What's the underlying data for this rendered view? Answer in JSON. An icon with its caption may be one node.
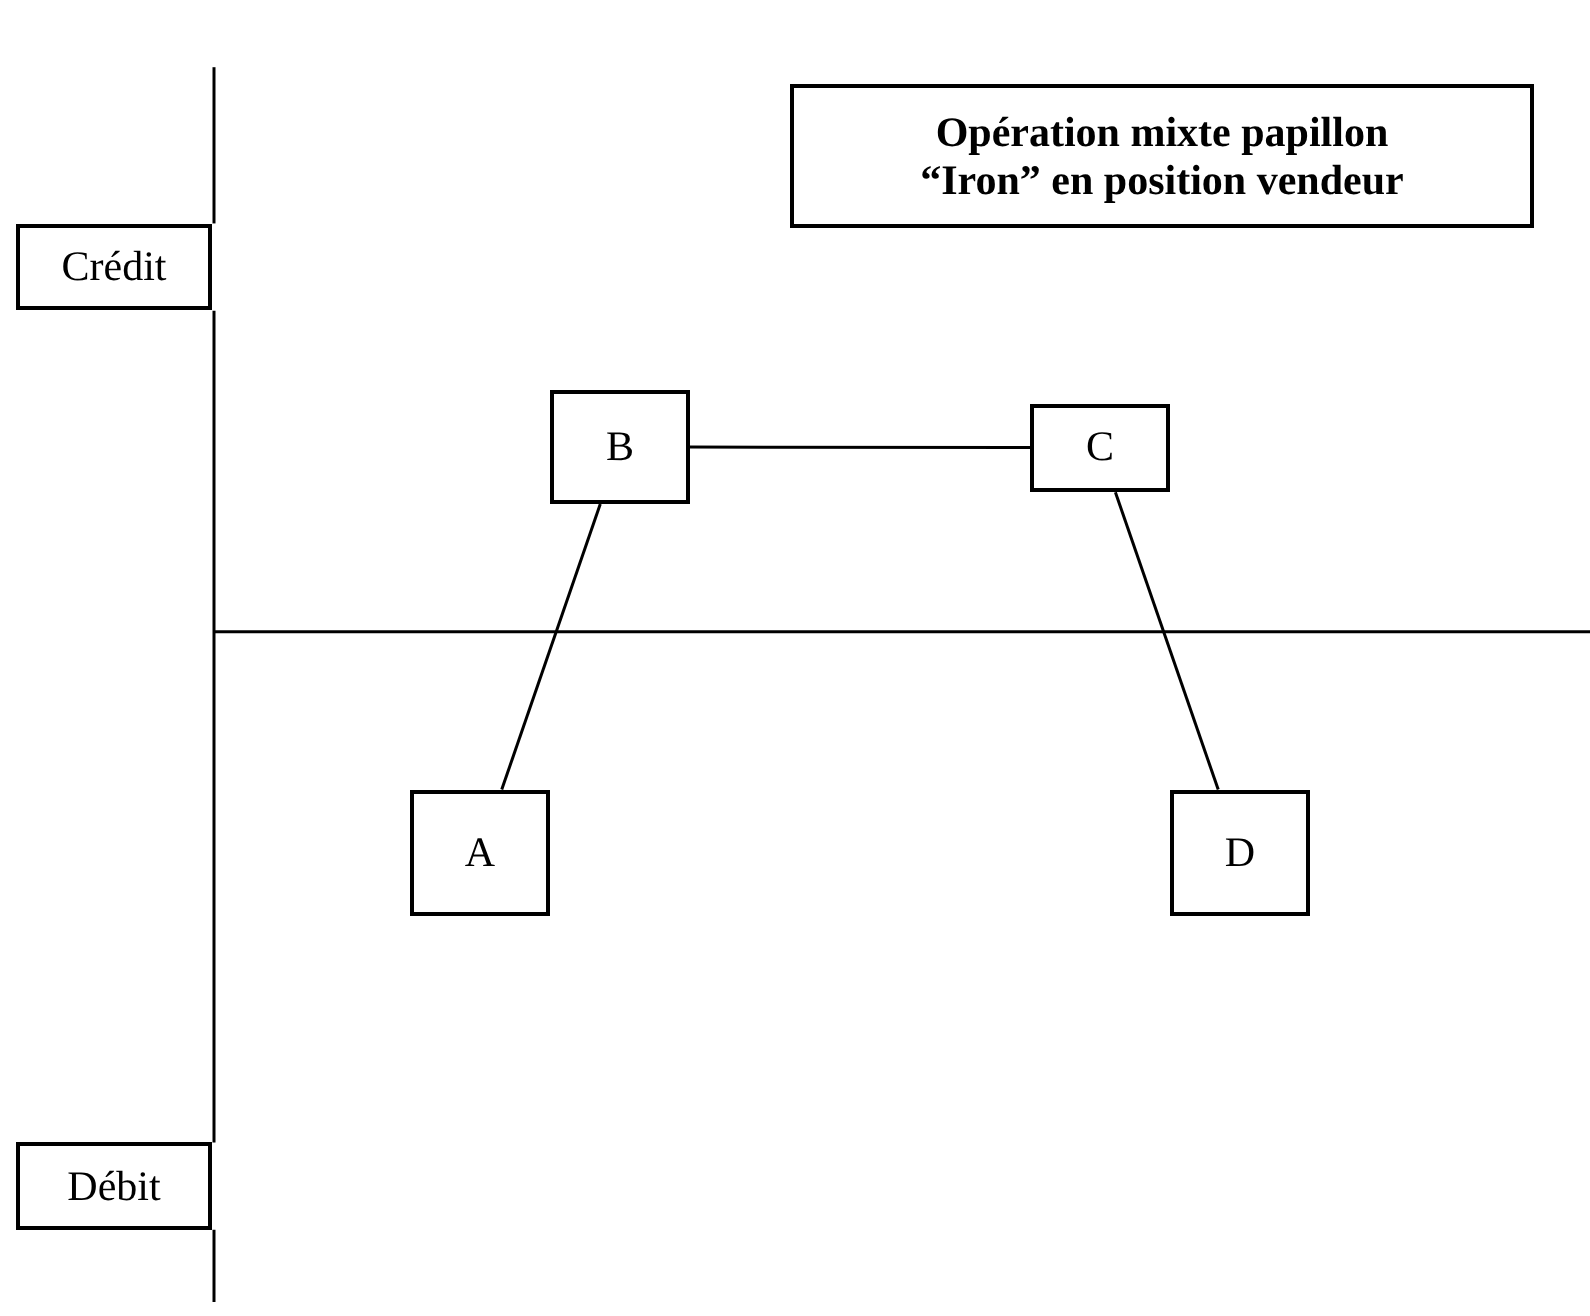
{
  "diagram": {
    "nodes": [
      {
        "text": [
          "Opération mixte papillon “Iron” en position vendeur"
        ]
      },
      {
        "text": [
          "Crédit"
        ]
      },
      {
        "text": [
          "B"
        ]
      },
      {
        "text": [
          "C"
        ]
      },
      {
        "text": [
          "A"
        ]
      },
      {
        "text": [
          "D"
        ]
      },
      {
        "text": [
          "Débit"
        ]
      }
    ],
    "edges": [
      {
        "from": 4,
        "to": 2,
        "arrow": "none"
      },
      {
        "from": 2,
        "to": 3,
        "arrow": "none"
      },
      {
        "from": 3,
        "to": 5,
        "arrow": "none"
      }
    ]
  }
}
